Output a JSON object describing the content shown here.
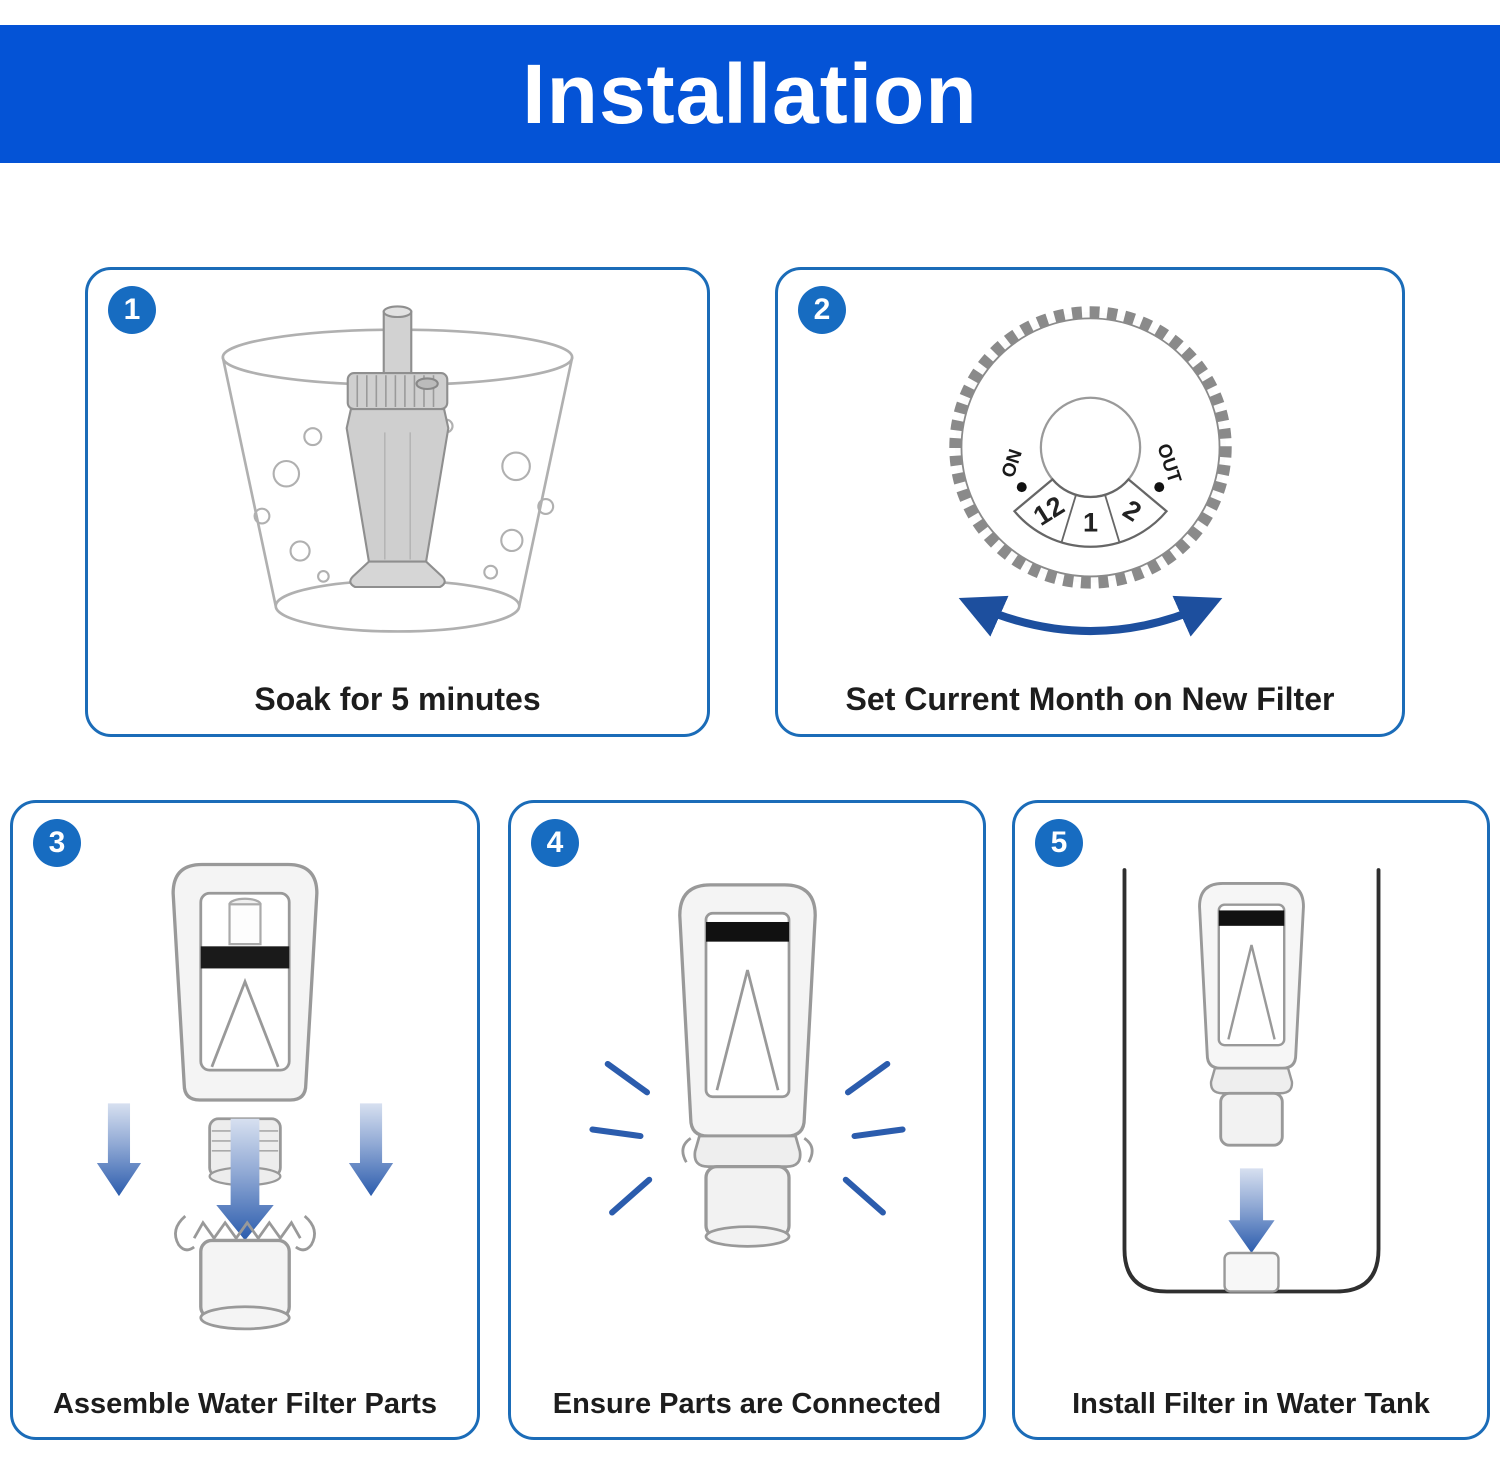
{
  "theme": {
    "banner_color": "#0453d6",
    "card_border_color": "#1b6cb8",
    "badge_color": "#176cc1",
    "arrow_color": "#1d4f9e",
    "caption_color": "#1d1d1d"
  },
  "header": {
    "title": "Installation"
  },
  "steps": [
    {
      "number": "1",
      "caption": "Soak for 5 minutes"
    },
    {
      "number": "2",
      "caption": "Set Current Month on New Filter",
      "dial": {
        "on_label": "ON",
        "out_label": "OUT",
        "months": [
          "12",
          "1",
          "2"
        ]
      }
    },
    {
      "number": "3",
      "caption": "Assemble Water Filter Parts"
    },
    {
      "number": "4",
      "caption": "Ensure Parts are Connected"
    },
    {
      "number": "5",
      "caption": "Install Filter in Water Tank"
    }
  ]
}
